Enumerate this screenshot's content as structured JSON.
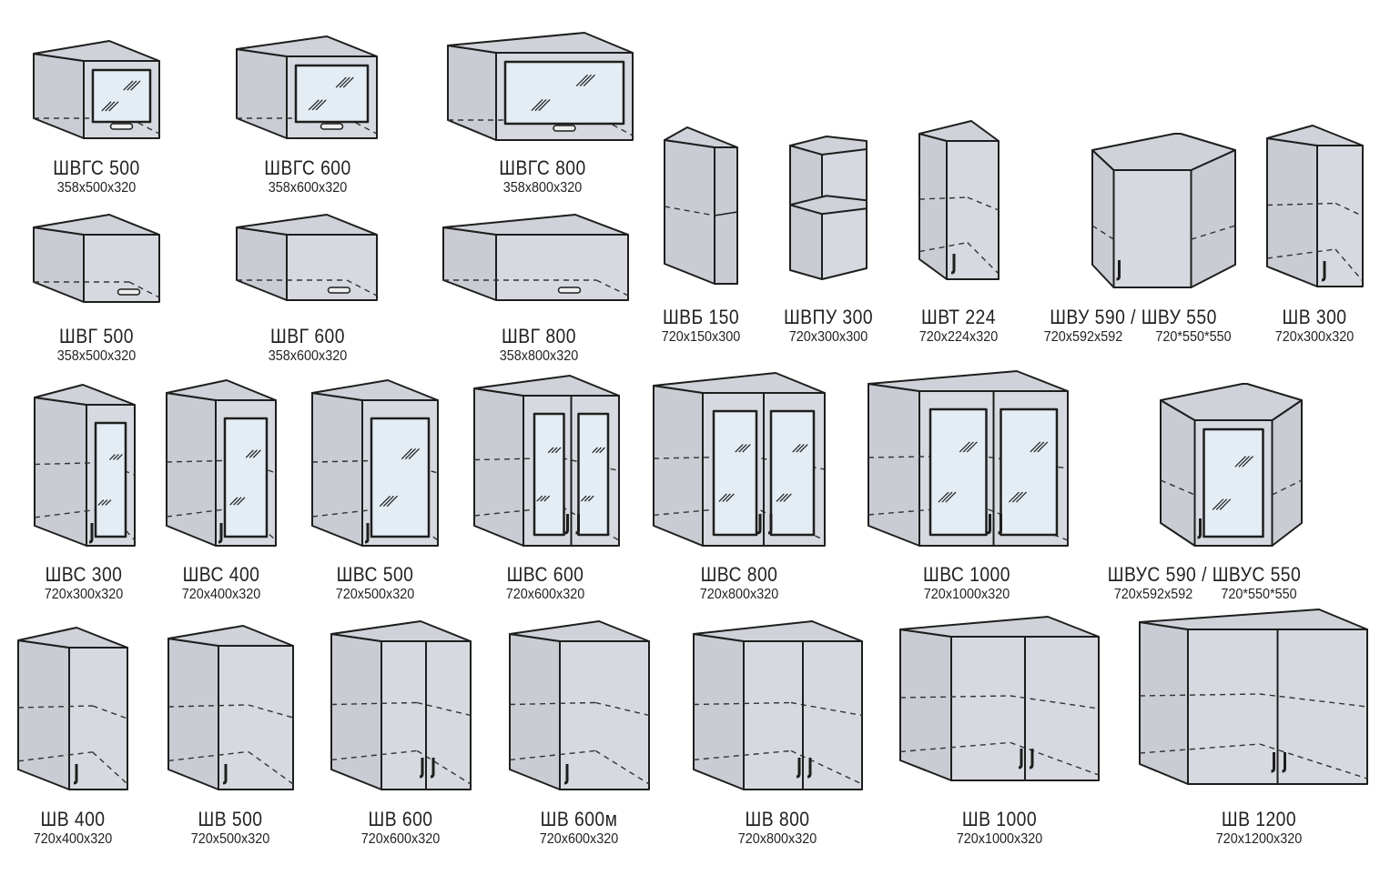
{
  "colors": {
    "side": "#c9ccd3",
    "front": "#d6d9df",
    "top": "#cfd2d8",
    "glass": "#e4edf4",
    "stroke": "#1e1e1e",
    "dash": "#333333"
  },
  "items": [
    {
      "name": "ШВГС 500",
      "dims": "358x500x320",
      "kind": "hglass"
    },
    {
      "name": "ШВГС 600",
      "dims": "358x600x320",
      "kind": "hglass"
    },
    {
      "name": "ШВГС 800",
      "dims": "358x800x320",
      "kind": "hglass"
    },
    {
      "name": "ШВГ 500",
      "dims": "358x500x320",
      "kind": "hsolid"
    },
    {
      "name": "ШВГ 600",
      "dims": "358x600x320",
      "kind": "hsolid"
    },
    {
      "name": "ШВГ 800",
      "dims": "358x800x320",
      "kind": "hsolid"
    },
    {
      "name": "ШВБ 150",
      "dims": "720x150x300",
      "kind": "open"
    },
    {
      "name": "ШВПУ 300",
      "dims": "720x300x300",
      "kind": "opencorner"
    },
    {
      "name": "ШВТ 224",
      "dims": "720x224x320",
      "kind": "door1"
    },
    {
      "name": "ШВУ 590 / ШВУ 550",
      "dims": "720x592x592",
      "dims2": "720*550*550",
      "kind": "corner"
    },
    {
      "name": "ШВ 300",
      "dims": "720x300x320",
      "kind": "door1"
    },
    {
      "name": "ШВС 300",
      "dims": "720x300x320",
      "kind": "glass1"
    },
    {
      "name": "ШВС 400",
      "dims": "720x400x320",
      "kind": "glass1"
    },
    {
      "name": "ШВС 500",
      "dims": "720x500x320",
      "kind": "glass1"
    },
    {
      "name": "ШВС 600",
      "dims": "720x600x320",
      "kind": "glass2"
    },
    {
      "name": "ШВС 800",
      "dims": "720x800x320",
      "kind": "glass2"
    },
    {
      "name": "ШВС 1000",
      "dims": "720x1000x320",
      "kind": "glass2"
    },
    {
      "name": "ШВУС 590 / ШВУС 550",
      "dims": "720x592x592",
      "dims2": "720*550*550",
      "kind": "cornerglass"
    },
    {
      "name": "ШВ 400",
      "dims": "720x400x320",
      "kind": "door1"
    },
    {
      "name": "ШВ 500",
      "dims": "720x500x320",
      "kind": "door1"
    },
    {
      "name": "ШВ 600",
      "dims": "720x600x320",
      "kind": "door2"
    },
    {
      "name": "ШВ 600м",
      "dims": "720x600x320",
      "kind": "door1"
    },
    {
      "name": "ШВ 800",
      "dims": "720x800x320",
      "kind": "door2"
    },
    {
      "name": "ШВ 1000",
      "dims": "720x1000x320",
      "kind": "door2"
    },
    {
      "name": "ШВ 1200",
      "dims": "720x1200x320",
      "kind": "door2"
    }
  ]
}
